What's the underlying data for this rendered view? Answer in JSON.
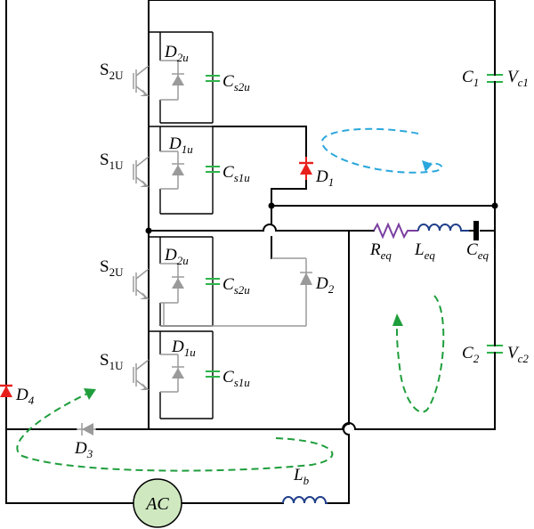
{
  "labels": {
    "s2u_top": {
      "main": "S",
      "sub": "2U"
    },
    "d2u_top": {
      "main": "D",
      "sub": "2u"
    },
    "cs2u_top": {
      "main": "C",
      "sub": "s2u"
    },
    "s1u_top": {
      "main": "S",
      "sub": "1U"
    },
    "d1u_top": {
      "main": "D",
      "sub": "1u"
    },
    "cs1u_top": {
      "main": "C",
      "sub": "s1u"
    },
    "s2u_bot": {
      "main": "S",
      "sub": "2U"
    },
    "d2u_bot": {
      "main": "D",
      "sub": "2u"
    },
    "cs2u_bot": {
      "main": "C",
      "sub": "s2u"
    },
    "s1u_bot": {
      "main": "S",
      "sub": "1U"
    },
    "d1u_bot": {
      "main": "D",
      "sub": "1u"
    },
    "cs1u_bot": {
      "main": "C",
      "sub": "s1u"
    },
    "d1": {
      "main": "D",
      "sub": "1"
    },
    "d2": {
      "main": "D",
      "sub": "2"
    },
    "d3": {
      "main": "D",
      "sub": "3"
    },
    "d4": {
      "main": "D",
      "sub": "4"
    },
    "c1": {
      "main": "C",
      "sub": "1"
    },
    "vc1": {
      "main": "V",
      "sub": "c1"
    },
    "c2": {
      "main": "C",
      "sub": "2"
    },
    "vc2": {
      "main": "V",
      "sub": "c2"
    },
    "req": {
      "main": "R",
      "sub": "eq"
    },
    "leq": {
      "main": "L",
      "sub": "eq"
    },
    "ceq": {
      "main": "C",
      "sub": "eq"
    },
    "lb": {
      "main": "L",
      "sub": "b"
    },
    "ac": "AC"
  },
  "colors": {
    "wire": "#000000",
    "inactive": "#9a9a9a",
    "active_diode": "#e8201c",
    "capacitor": "#2db34a",
    "resistor": "#7b3fa0",
    "inductor": "#1f3f8a",
    "ac_fill": "#cfe8c0",
    "loop_blue": "#2aa7dc",
    "loop_green": "#1f9e3c"
  }
}
